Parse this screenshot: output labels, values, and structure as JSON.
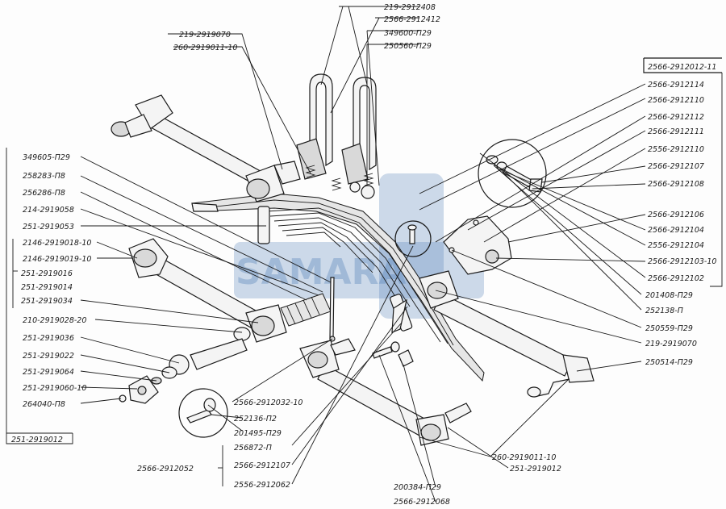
{
  "diagram": {
    "watermark": "SAMARA",
    "labels": {
      "l_219_2912408": "219-2912408",
      "l_2566_2912412": "2566-2912412",
      "l_349600_p29": "349600-П29",
      "l_250560_p29": "250560-П29",
      "l_219_2919070_top": "219-2919070",
      "l_260_2919011_10_top": "260-2919011-10",
      "l_2566_2912012_11": "2566-2912012-11",
      "l_2566_2912114": "2566-2912114",
      "l_2566_2912110": "2566-2912110",
      "l_2566_2912112": "2566-2912112",
      "l_2566_2912111": "2566-2912111",
      "l_2556_2912110": "2556-2912110",
      "l_2566_2912107_r": "2566-2912107",
      "l_2566_2912108": "2566-2912108",
      "l_2566_2912106": "2566-2912106",
      "l_2566_2912104": "2566-2912104",
      "l_2556_2912104": "2556-2912104",
      "l_2566_2912103_10": "2566-2912103-10",
      "l_2566_2912102": "2566-2912102",
      "l_201408_p29": "201408-П29",
      "l_252138_p": "252138-П",
      "l_250559_p29": "250559-П29",
      "l_219_2919070_r": "219-2919070",
      "l_250514_p29": "250514-П29",
      "l_349605_p29": "349605-П29",
      "l_258283_p8": "258283-П8",
      "l_256286_p8": "256286-П8",
      "l_214_2919058": "214-2919058",
      "l_251_2919053": "251-2919053",
      "l_2146_2919018_10": "2146-2919018-10",
      "l_2146_2919019_10": "2146-2919019-10",
      "l_251_2919016": "251-2919016",
      "l_251_2919014": "251-2919014",
      "l_251_2919034": "251-2919034",
      "l_210_2919028_20": "210-2919028-20",
      "l_251_2919036": "251-2919036",
      "l_251_2919022": "251-2919022",
      "l_251_2919064": "251-2919064",
      "l_251_2919060_10": "251-2919060-10",
      "l_264040_p8": "264040-П8",
      "l_251_2919012_l": "251-2919012",
      "l_2566_2912032_10": "2566-2912032-10",
      "l_252136_p2": "252136-П2",
      "l_201495_p29": "201495-П29",
      "l_256872_p": "256872-П",
      "l_2566_2912052": "2566-2912052",
      "l_2566_2912107_b": "2566-2912107",
      "l_2556_2912062": "2556-2912062",
      "l_200384_p29": "200384-П29",
      "l_2566_2912068": "2566-2912068",
      "l_260_2919011_10_b": "260-2919011-10",
      "l_251_2919012_b": "251-2919012"
    }
  }
}
